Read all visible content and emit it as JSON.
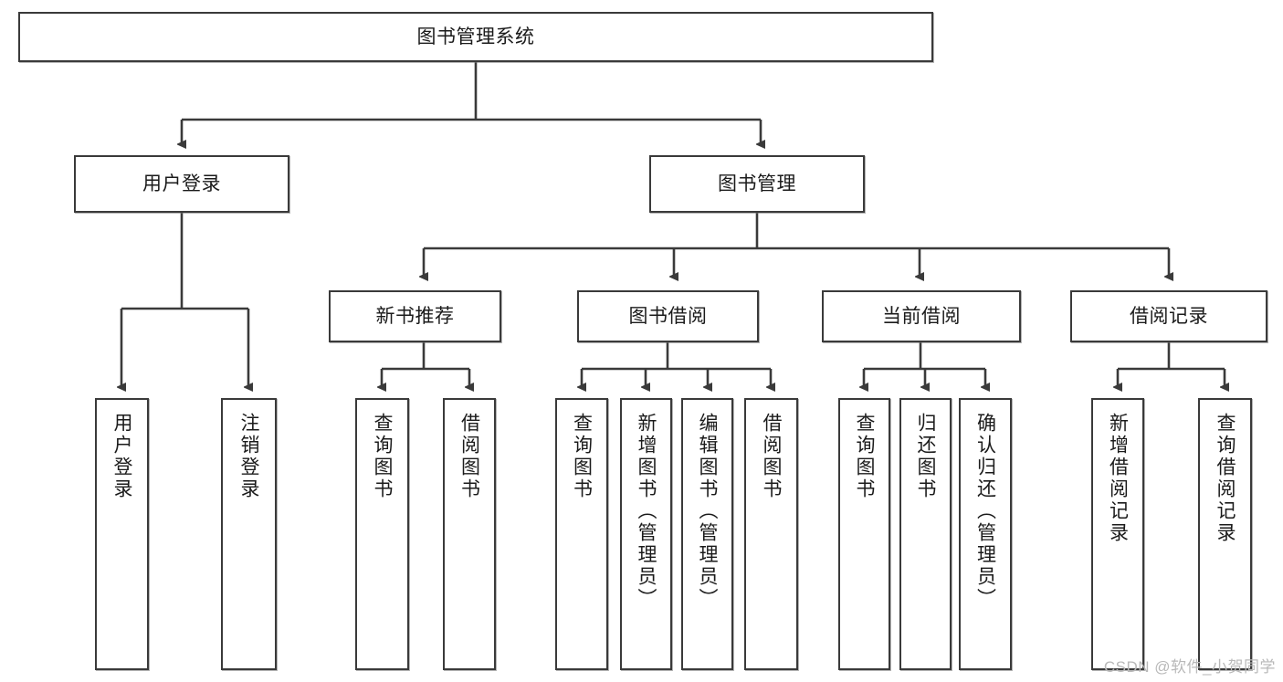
{
  "diagram": {
    "title": "图书管理系统",
    "type": "tree",
    "watermark": "CSDN @软件_小贺同学",
    "colors": {
      "box_border": "#3a3a3a",
      "box_fill": "#ffffff",
      "connector": "#3a3a3a",
      "text": "#1b1b1b",
      "watermark": "#b9b9b9"
    },
    "root": {
      "label": "图书管理系统",
      "orientation": "horizontal"
    },
    "level2": [
      {
        "label": "用户登录",
        "orientation": "horizontal"
      },
      {
        "label": "图书管理",
        "orientation": "horizontal"
      }
    ],
    "level3": [
      {
        "label": "新书推荐",
        "orientation": "horizontal",
        "parent": "图书管理"
      },
      {
        "label": "图书借阅",
        "orientation": "horizontal",
        "parent": "图书管理"
      },
      {
        "label": "当前借阅",
        "orientation": "horizontal",
        "parent": "图书管理"
      },
      {
        "label": "借阅记录",
        "orientation": "horizontal",
        "parent": "图书管理"
      }
    ],
    "leaves": [
      {
        "label": "用户登录",
        "orientation": "vertical",
        "parent": "用户登录"
      },
      {
        "label": "注销登录",
        "orientation": "vertical",
        "parent": "用户登录"
      },
      {
        "label": "查询图书",
        "orientation": "vertical",
        "parent": "新书推荐"
      },
      {
        "label": "借阅图书",
        "orientation": "vertical",
        "parent": "新书推荐"
      },
      {
        "label": "查询图书",
        "orientation": "vertical",
        "parent": "图书借阅"
      },
      {
        "label": "新增图书（管理员）",
        "orientation": "vertical",
        "parent": "图书借阅"
      },
      {
        "label": "编辑图书（管理员）",
        "orientation": "vertical",
        "parent": "图书借阅"
      },
      {
        "label": "借阅图书",
        "orientation": "vertical",
        "parent": "图书借阅"
      },
      {
        "label": "查询图书",
        "orientation": "vertical",
        "parent": "当前借阅"
      },
      {
        "label": "归还图书",
        "orientation": "vertical",
        "parent": "当前借阅"
      },
      {
        "label": "确认归还（管理员）",
        "orientation": "vertical",
        "parent": "当前借阅"
      },
      {
        "label": "新增借阅记录",
        "orientation": "vertical",
        "parent": "借阅记录"
      },
      {
        "label": "查询借阅记录",
        "orientation": "vertical",
        "parent": "借阅记录"
      }
    ]
  }
}
